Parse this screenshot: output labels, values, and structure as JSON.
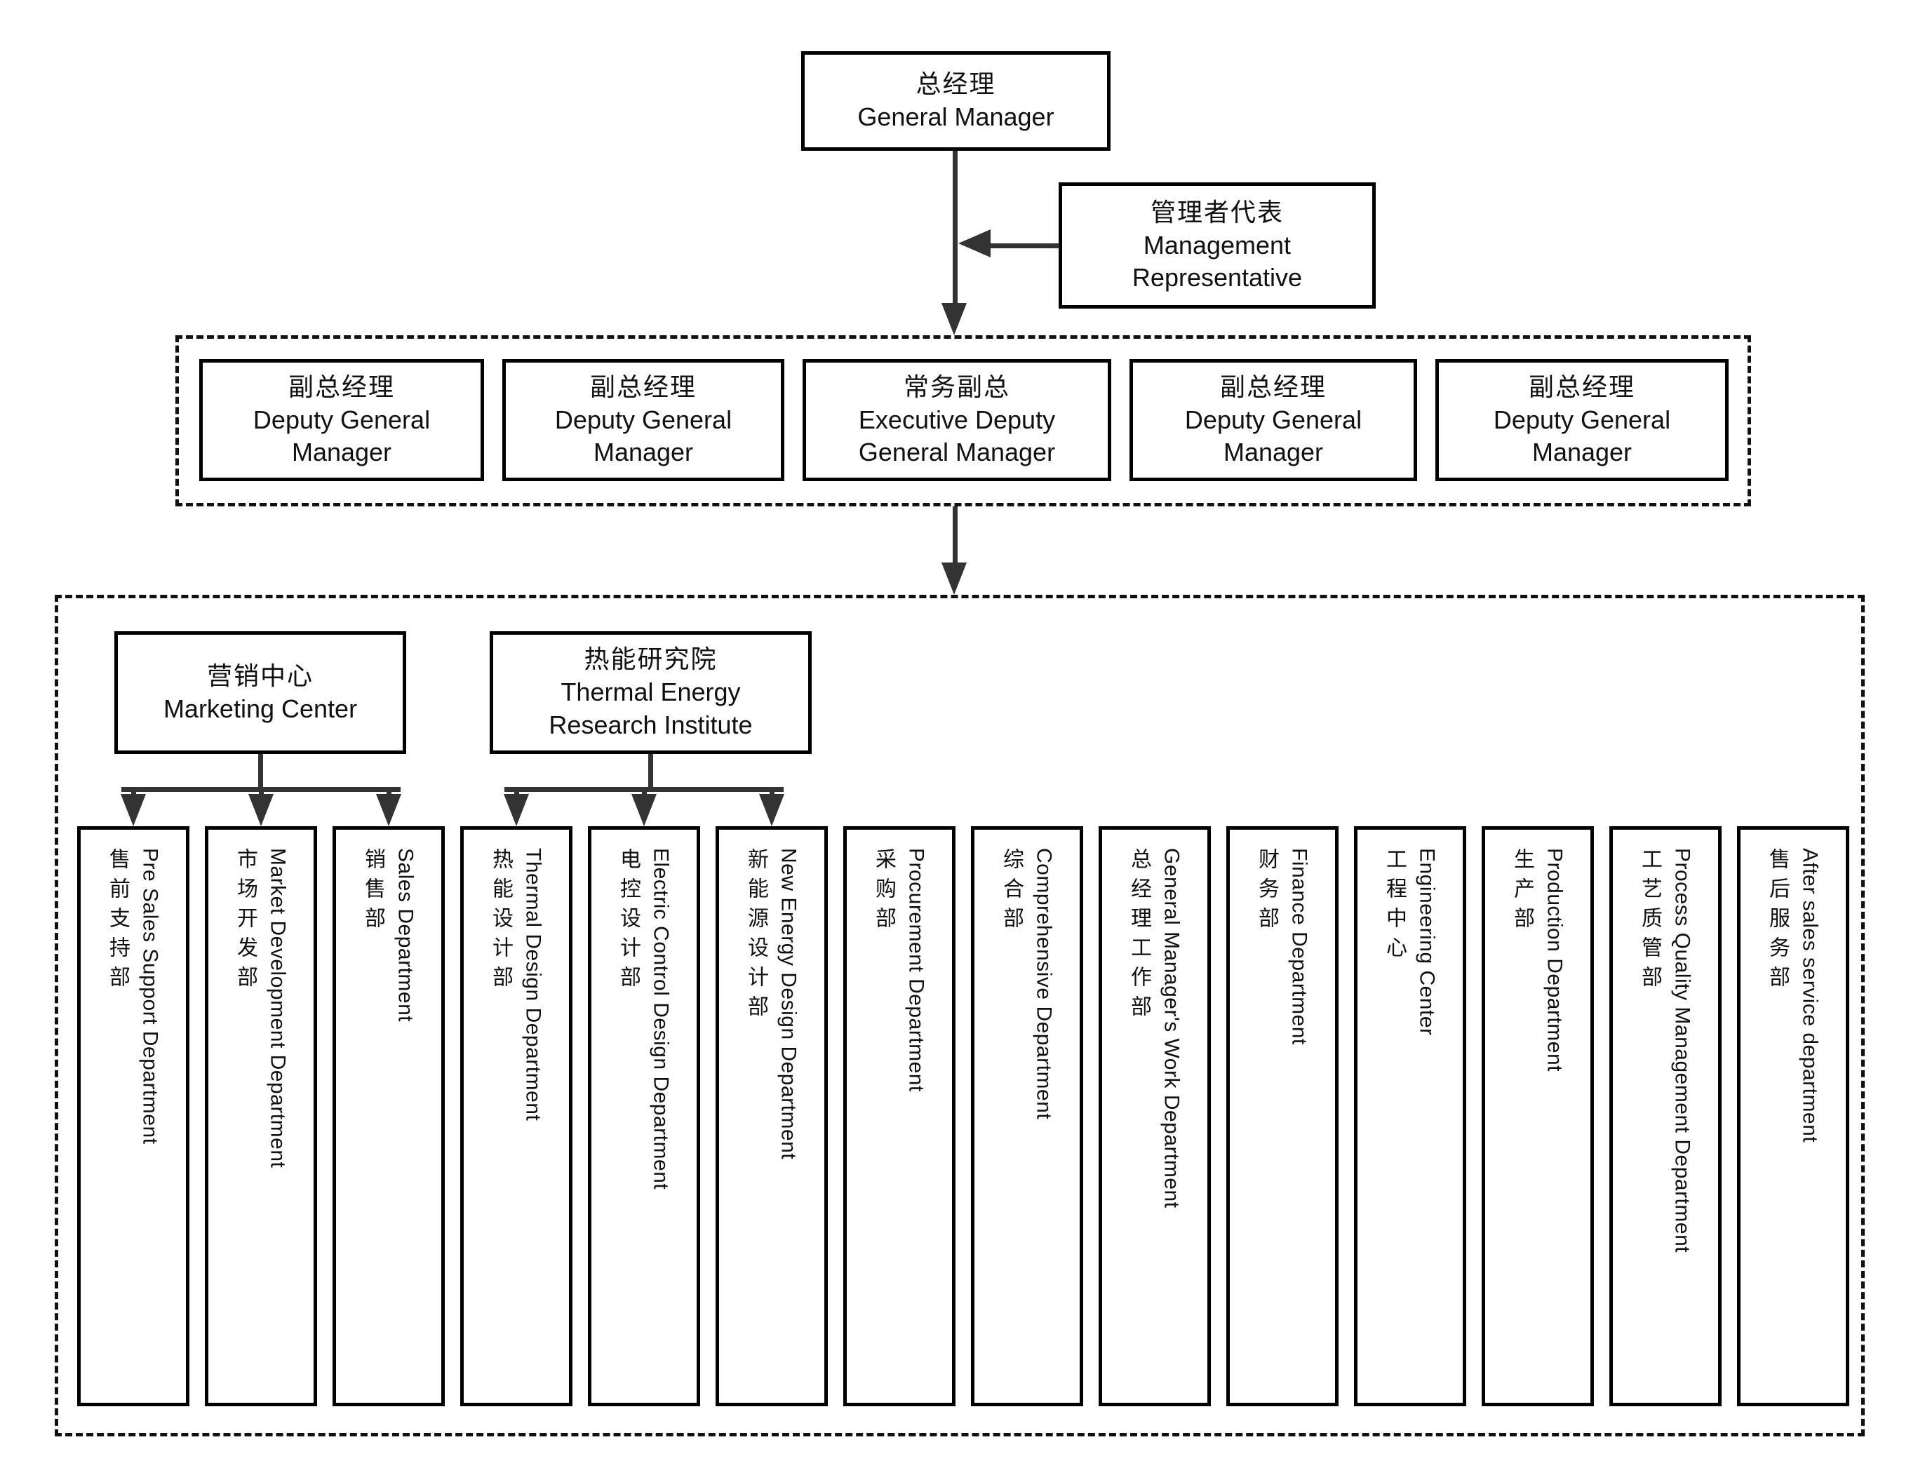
{
  "org_chart": {
    "general_manager": {
      "zh": "总经理",
      "en": "General Manager"
    },
    "management_representative": {
      "zh": "管理者代表",
      "en": "Management Representative"
    },
    "deputy_row": [
      {
        "zh": "副总经理",
        "en": "Deputy General Manager"
      },
      {
        "zh": "副总经理",
        "en": "Deputy General Manager"
      },
      {
        "zh": "常务副总",
        "en": "Executive Deputy General Manager"
      },
      {
        "zh": "副总经理",
        "en": "Deputy General Manager"
      },
      {
        "zh": "副总经理",
        "en": "Deputy General Manager"
      }
    ],
    "centers": [
      {
        "zh": "营销中心",
        "en": "Marketing Center"
      },
      {
        "zh": "热能研究院",
        "en": "Thermal Energy Research Institute"
      }
    ],
    "departments": [
      {
        "zh": "售前支持部",
        "en": "Pre Sales Support Department"
      },
      {
        "zh": "市场开发部",
        "en": "Market Development Department"
      },
      {
        "zh": "销售部",
        "en": "Sales Department"
      },
      {
        "zh": "热能设计部",
        "en": "Thermal Design Department"
      },
      {
        "zh": "电控设计部",
        "en": "Electric Control Design Department"
      },
      {
        "zh": "新能源设计部",
        "en": "New Energy Design Department"
      },
      {
        "zh": "采购部",
        "en": "Procurement Department"
      },
      {
        "zh": "综合部",
        "en": "Comprehensive Department"
      },
      {
        "zh": "总经理工作部",
        "en": "General Manager's Work Department"
      },
      {
        "zh": "财务部",
        "en": "Finance Department"
      },
      {
        "zh": "工程中心",
        "en": "Engineering Center"
      },
      {
        "zh": "生产部",
        "en": "Production Department"
      },
      {
        "zh": "工艺质管部",
        "en": "Process Quality Management Department"
      },
      {
        "zh": "售后服务部",
        "en": "After sales service department"
      }
    ],
    "colors": {
      "line": "#333333",
      "border": "#000000",
      "background": "#ffffff"
    }
  }
}
